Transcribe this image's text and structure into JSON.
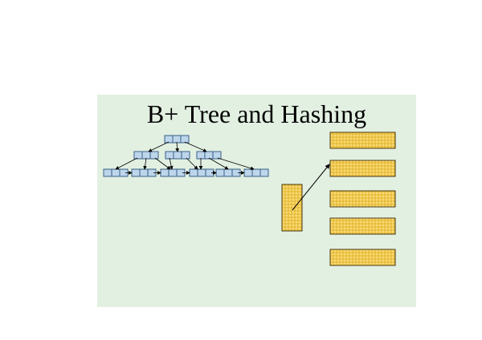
{
  "slide": {
    "title": "B+ Tree and Hashing"
  },
  "colors": {
    "slide_background": "#e2f0e2",
    "btree_node_fill": "#b9d3ea",
    "btree_node_stroke": "#3a5f86",
    "hash_bucket_fill": "#f0c84a",
    "hash_bucket_stroke": "#4a3a10",
    "arrow": "#000000"
  },
  "diagram": {
    "btree": {
      "levels": 3,
      "root_nodes": 1,
      "internal_nodes": 3,
      "leaf_nodes": 6
    },
    "hashing": {
      "directory": 1,
      "buckets": 5
    }
  }
}
